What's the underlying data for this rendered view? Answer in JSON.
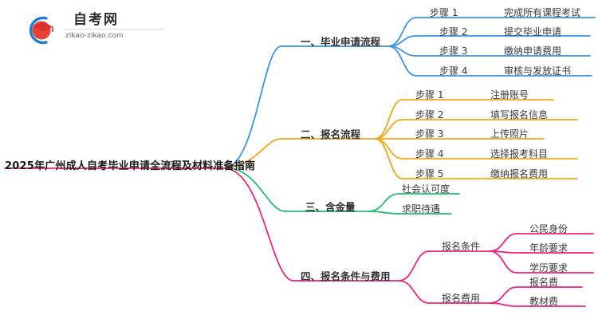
{
  "logo": {
    "name_cn": "自考网",
    "name_en": "zikao-zikao.com",
    "mark_icon": "graduation-cap-icon",
    "arc_color": "#1a7fd4",
    "cap_color": "#e03127"
  },
  "mindmap": {
    "root": {
      "label": "2025年广州成人自考毕业申请全流程及材料准备指南"
    },
    "branches": [
      {
        "label": "一、毕业申请流程",
        "color": "#3b92e8",
        "children": [
          {
            "label": "步骤 1",
            "detail": "完成所有课程考试"
          },
          {
            "label": "步骤 2",
            "detail": "提交毕业申请"
          },
          {
            "label": "步骤 3",
            "detail": "缴纳申请费用"
          },
          {
            "label": "步骤 4",
            "detail": "审核与发放证书"
          }
        ]
      },
      {
        "label": "二、报名流程",
        "color": "#f2a71b",
        "children": [
          {
            "label": "步骤 1",
            "detail": "注册账号"
          },
          {
            "label": "步骤 2",
            "detail": "填写报名信息"
          },
          {
            "label": "步骤 3",
            "detail": "上传照片"
          },
          {
            "label": "步骤 4",
            "detail": "选择报考科目"
          },
          {
            "label": "步骤 5",
            "detail": "缴纳报名费用"
          }
        ]
      },
      {
        "label": "三、含金量",
        "color": "#25bb76",
        "children": [
          {
            "label": "社会认可度"
          },
          {
            "label": "求职待遇"
          }
        ]
      },
      {
        "label": "四、报名条件与费用",
        "color": "#f0247c",
        "children": [
          {
            "label": "报名条件",
            "children": [
              {
                "label": "公民身份"
              },
              {
                "label": "年龄要求"
              },
              {
                "label": "学历要求"
              }
            ]
          },
          {
            "label": "报名费用",
            "children": [
              {
                "label": "报名费"
              },
              {
                "label": "教材费"
              }
            ]
          }
        ]
      }
    ]
  }
}
